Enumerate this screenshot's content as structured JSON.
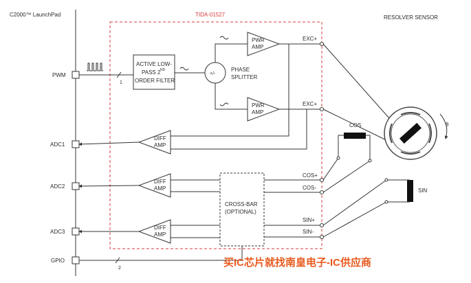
{
  "header": {
    "launchpad_title": "C2000™ LaunchPad",
    "board_title": "TIDA-01527",
    "sensor_title": "RESOLVER SENSOR"
  },
  "pins": {
    "pwm": "PWM",
    "adc1": "ADC1",
    "adc2": "ADC2",
    "adc3": "ADC3",
    "gpio": "GPIO"
  },
  "bus_widths": {
    "pwm_bus": "1",
    "gpio_bus": "2"
  },
  "blocks": {
    "filter_line1": "ACTIVE LOW-",
    "filter_line2_text": "PASS 2",
    "filter_line2_sup": "ND",
    "filter_line3": "ORDER FILTER",
    "splitter_symbol": "+/-",
    "splitter_line1": "PHASE",
    "splitter_line2": "SPLITTER",
    "pwr_amp_line1": "PWR",
    "pwr_amp_line2": "AMP",
    "diff_amp_line1": "DIFF",
    "diff_amp_line2": "AMP",
    "crossbar_line1": "CROSS-BAR",
    "crossbar_line2": "(OPTIONAL)"
  },
  "signals": {
    "exc_top": "EXC+",
    "exc_bottom": "EXC+",
    "cos_plus": "COS+",
    "cos_minus": "COS-",
    "sin_plus": "SIN+",
    "sin_minus": "SIN-"
  },
  "coils": {
    "cos": "COS",
    "sin": "SIN",
    "angle": "θ"
  },
  "watermark": "买IC芯片就找南皇电子-IC供应商",
  "colors": {
    "board_border": "#d93a3a",
    "watermark": "#e85a1f",
    "line": "#333333"
  }
}
